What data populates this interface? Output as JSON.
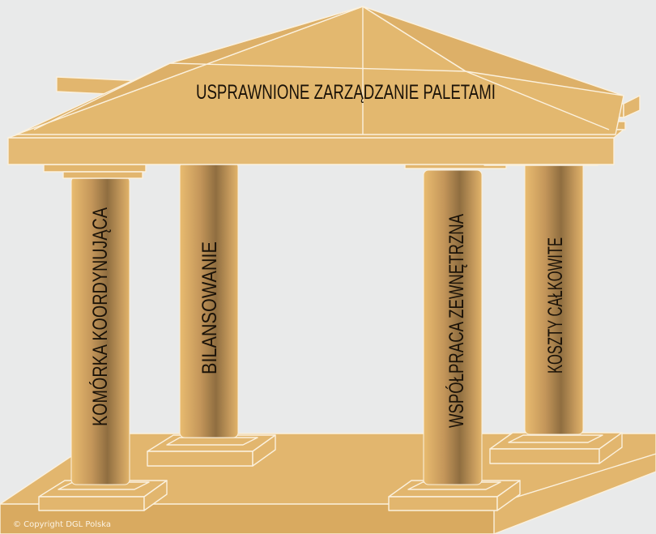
{
  "roof": {
    "title": "USPRAWNIONE ZARZĄDZANIE PALETAMI"
  },
  "pillars": [
    {
      "label": "KOMÓRKA KOORDYNUJĄCA"
    },
    {
      "label": "BILANSOWANIE"
    },
    {
      "label": "WSPÓŁPRACA ZEWNĘTRZNA"
    },
    {
      "label": "KOSZTY CAŁKOWITE"
    }
  ],
  "footer": {
    "copyright": "© Copyright DGL Polska"
  },
  "colors": {
    "background": "#e9eaea",
    "stone": "#e2b66e",
    "stone_dark": "#d4a45a",
    "outline": "#fbf1de",
    "pillar_light": "#e6b86c",
    "pillar_dark": "#8a6b3c",
    "text": "#1a1208"
  }
}
